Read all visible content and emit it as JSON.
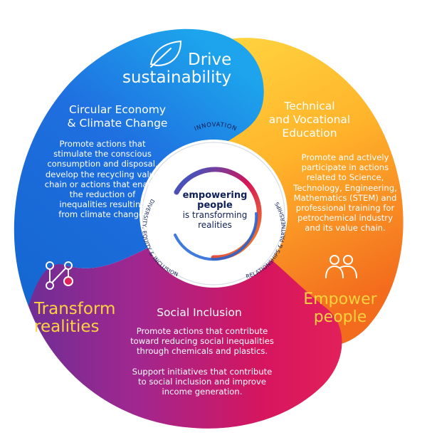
{
  "colors": {
    "blue": "#1f63d6",
    "orange": "#f7931e",
    "magenta": "#d4145a",
    "purple": "#8e2b93",
    "navy": "#0f1f59",
    "light_blue": "#1aa0e8",
    "yellow": "#ffd23f"
  },
  "icons": {
    "drive": "leaf-icon",
    "empower": "people-icon",
    "transform": "network-icon"
  },
  "pillars": {
    "drive": {
      "line1": "Drive",
      "line2": "sustainability"
    },
    "empower": {
      "line1": "Empower",
      "line2": "people"
    },
    "transform": {
      "line1": "Transform",
      "line2": "realities"
    }
  },
  "sections": {
    "circular": {
      "title": "Circular Economy\n& Climate Change",
      "text": "Promote actions that\nstimulate the conscious\nconsumption and disposal,\ndevelop the recycling value\nchain or actions that enable\nthe reduction of\ninequalities resulting\nfrom climate change."
    },
    "technical": {
      "title": "Technical\nand Vocational\nEducation",
      "text": "Promote and actively\nparticipate in actions\nrelated to Science,\nTechnology, Engineering,\nMathematics (STEM) and\nprofessional training for\npetrochemical industry\nand its value chain."
    },
    "social": {
      "title": "Social Inclusion",
      "text": "Promote actions that contribute\ntoward reducing social inequalities\nthrough chemicals and plastics.\n\nSupport initiatives that contribute\nto social inclusion and improve\nincome generation."
    }
  },
  "center": {
    "strong": "empowering\npeople",
    "light": "is transforming\nrealities",
    "ring_top": "INNOVATION",
    "ring_left": "DIVERSITY, EQUITY & INCLUSION",
    "ring_right": "RELATIONSHIPS & PARTNERSHIPS"
  }
}
